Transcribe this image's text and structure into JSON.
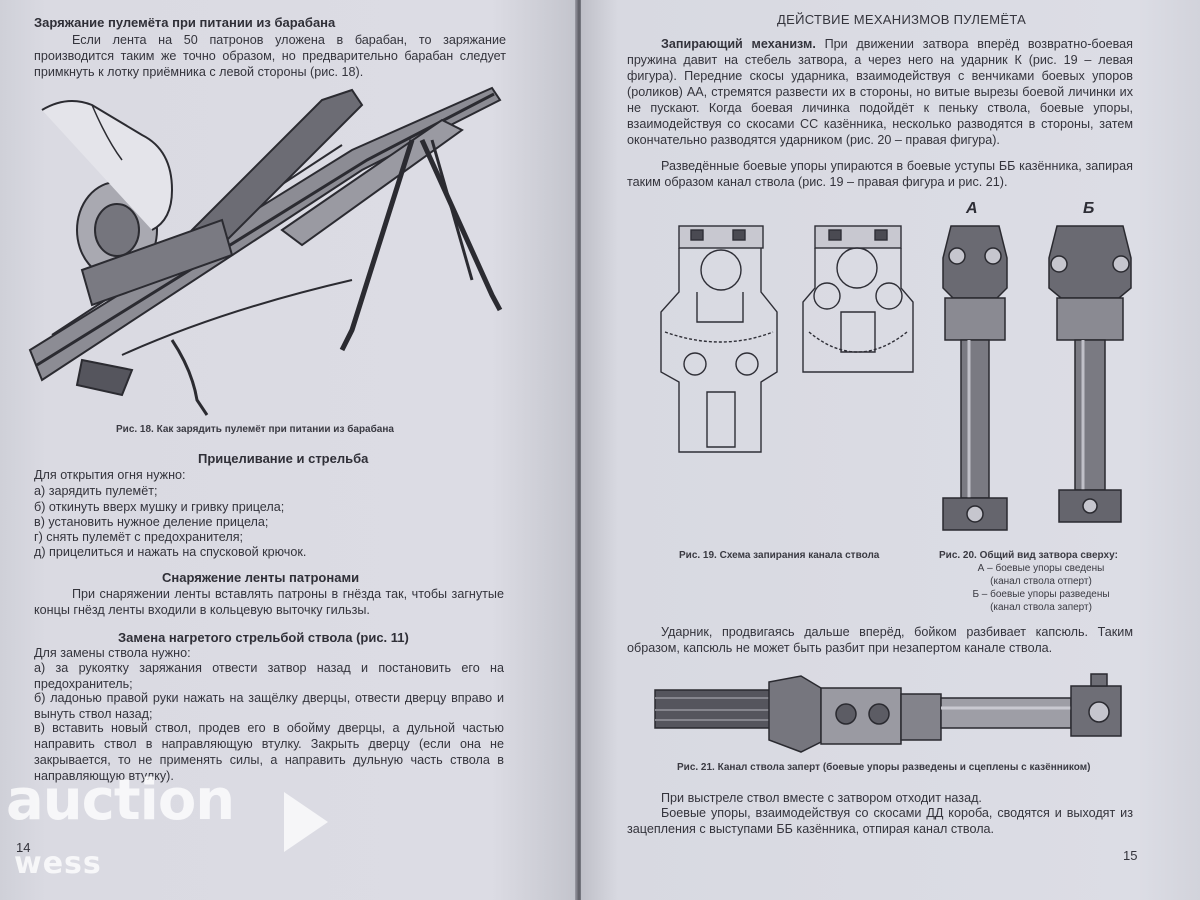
{
  "left_page": {
    "title_loading": "Заряжание пулемёта при питании из барабана",
    "para_loading": "Если лента на 50 патронов уложена в барабан, то заряжание производится таким же точно образом, но предварительно барабан следует примкнуть к лотку приёмника с левой стороны (рис. 18).",
    "fig18_caption": "Рис. 18. Как зарядить пулемёт при питании из барабана",
    "title_aiming": "Прицеливание и стрельба",
    "aiming_intro": "Для открытия огня нужно:",
    "aiming_steps": [
      "а) зарядить пулемёт;",
      "б) откинуть вверх мушку и гривку прицела;",
      "в) установить нужное деление прицела;",
      "г) снять пулемёт с предохранителя;",
      "д) прицелиться и нажать на спусковой крючок."
    ],
    "title_belt": "Снаряжение ленты патронами",
    "para_belt": "При снаряжении ленты вставлять патроны в гнёзда так, чтобы загнутые концы гнёзд ленты входили в кольцевую выточку гильзы.",
    "title_barrel": "Замена нагретого стрельбой ствола (рис. 11)",
    "barrel_intro": "Для замены ствола нужно:",
    "barrel_steps": [
      "а) за рукоятку заряжания отвести затвор назад и постановить его на предохранитель;",
      "б) ладонью правой руки нажать на защёлку дверцы, отвести дверцу вправо и вынуть ствол назад;",
      "в) вставить новый ствол, продев его в обойму дверцы, а дульной частью направить ствол в направляющую втулку. Закрыть дверцу (если она не закрывается, то не применять силы, а направить дульную часть ствола в направляющую втулку)."
    ],
    "page_number": "14"
  },
  "right_page": {
    "header": "ДЕЙСТВИЕ МЕХАНИЗМОВ ПУЛЕМЁТА",
    "locking_title": "Запирающий механизм.",
    "locking_text": "При движении затвора вперёд возвратно-боевая пружина давит на стебель затвора, а через него на ударник К (рис. 19 – левая фигура). Передние скосы ударника, взаимодействуя с венчиками боевых упоров (роликов) АА, стремятся развести их в стороны, но витые вырезы боевой личинки их не пускают. Когда боевая личинка подойдёт к пеньку ствола, боевые упоры, взаимодействуя со скосами СС казённика, несколько разводятся в стороны, затем окончательно разводятся ударником (рис. 20 – правая фигура).",
    "locking_text2": "Разведённые боевые упоры упираются в боевые уступы ББ казённика, запирая таким образом канал ствола (рис. 19 – правая фигура и рис. 21).",
    "fig20_label_a": "А",
    "fig20_label_b": "Б",
    "fig19_caption": "Рис. 19. Схема запирания канала ствола",
    "fig20_caption": "Рис. 20. Общий вид затвора сверху:",
    "fig20_line_a1": "А – боевые упоры сведены",
    "fig20_line_a2": "(канал ствола отперт)",
    "fig20_line_b1": "Б – боевые упоры разведены",
    "fig20_line_b2": "(канал ствола заперт)",
    "para_striker": "Ударник, продвигаясь дальше вперёд, бойком разбивает капсюль. Таким образом, капсюль не может быть разбит при незапертом канале ствола.",
    "fig21_caption": "Рис. 21. Канал ствола заперт (боевые упоры разведены и сцеплены с казёнником)",
    "para_recoil1": "При выстреле ствол вместе с затвором отходит назад.",
    "para_recoil2": "Боевые упоры, взаимодействуя со скосами ДД короба, сводятся и выходят из зацепления с выступами ББ казённика, отпирая канал ствола.",
    "page_number": "15"
  },
  "watermark": {
    "line1": "auction",
    "line2": "wess"
  }
}
